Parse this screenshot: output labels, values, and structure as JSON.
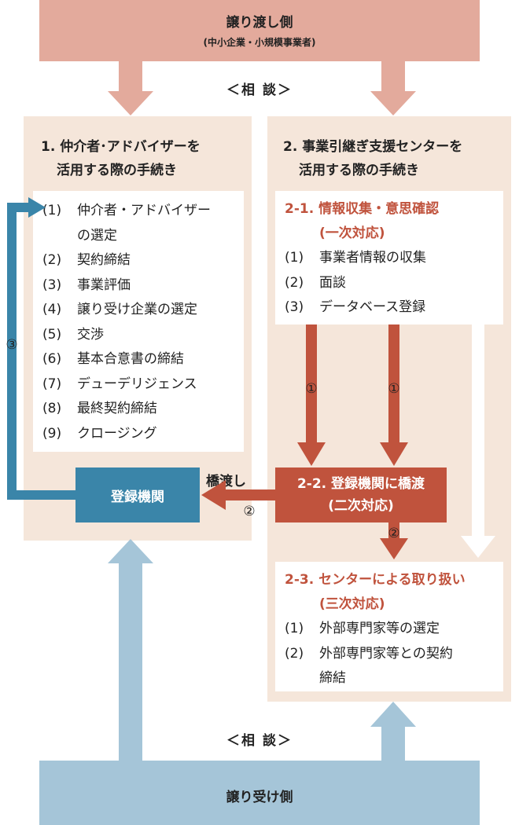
{
  "seller": {
    "title": "譲り渡し側",
    "subtitle": "(中小企業・小規模事業者)"
  },
  "consult_label": "＜相 談＞",
  "left_panel": {
    "title_line1": "1. 仲介者･アドバイザーを",
    "title_line2": "活用する際の手続き",
    "items": [
      {
        "num": "(1)",
        "text": "仲介者・アドバイザー",
        "cont": "の選定"
      },
      {
        "num": "(2)",
        "text": "契約締結"
      },
      {
        "num": "(3)",
        "text": "事業評価"
      },
      {
        "num": "(4)",
        "text": "譲り受け企業の選定"
      },
      {
        "num": "(5)",
        "text": "交渉"
      },
      {
        "num": "(6)",
        "text": "基本合意書の締結"
      },
      {
        "num": "(7)",
        "text": "デューデリジェンス"
      },
      {
        "num": "(8)",
        "text": "最終契約締結"
      },
      {
        "num": "(9)",
        "text": "クロージング"
      }
    ],
    "registered_agency": "登録機関"
  },
  "right_panel": {
    "title_line1": "2. 事業引継ぎ支援センターを",
    "title_line2": "活用する際の手続き",
    "step1": {
      "title_line1": "2-1. 情報収集・意思確認",
      "title_line2": "(一次対応)",
      "items": [
        {
          "num": "(1)",
          "text": "事業者情報の収集"
        },
        {
          "num": "(2)",
          "text": "面談"
        },
        {
          "num": "(3)",
          "text": "データベース登録"
        }
      ]
    },
    "step2": {
      "title_line1": "2-2. 登録機関に橋渡",
      "title_line2": "(二次対応)"
    },
    "step3": {
      "title_line1": "2-3. センターによる取り扱い",
      "title_line2": "(三次対応)",
      "items": [
        {
          "num": "(1)",
          "text": "外部専門家等の選定"
        },
        {
          "num": "(2)",
          "text": "外部専門家等との契約",
          "cont": "締結"
        }
      ]
    }
  },
  "bridge_label": "橋渡し",
  "markers": {
    "one": "①",
    "two": "②",
    "three": "③"
  },
  "buyer": {
    "title": "譲り受け側"
  },
  "colors": {
    "seller_pink": "#e3aa9c",
    "buyer_blue": "#a5c5d8",
    "panel_beige": "#f5e6da",
    "accent_red": "#c0533d",
    "agency_blue": "#3a85a9"
  }
}
